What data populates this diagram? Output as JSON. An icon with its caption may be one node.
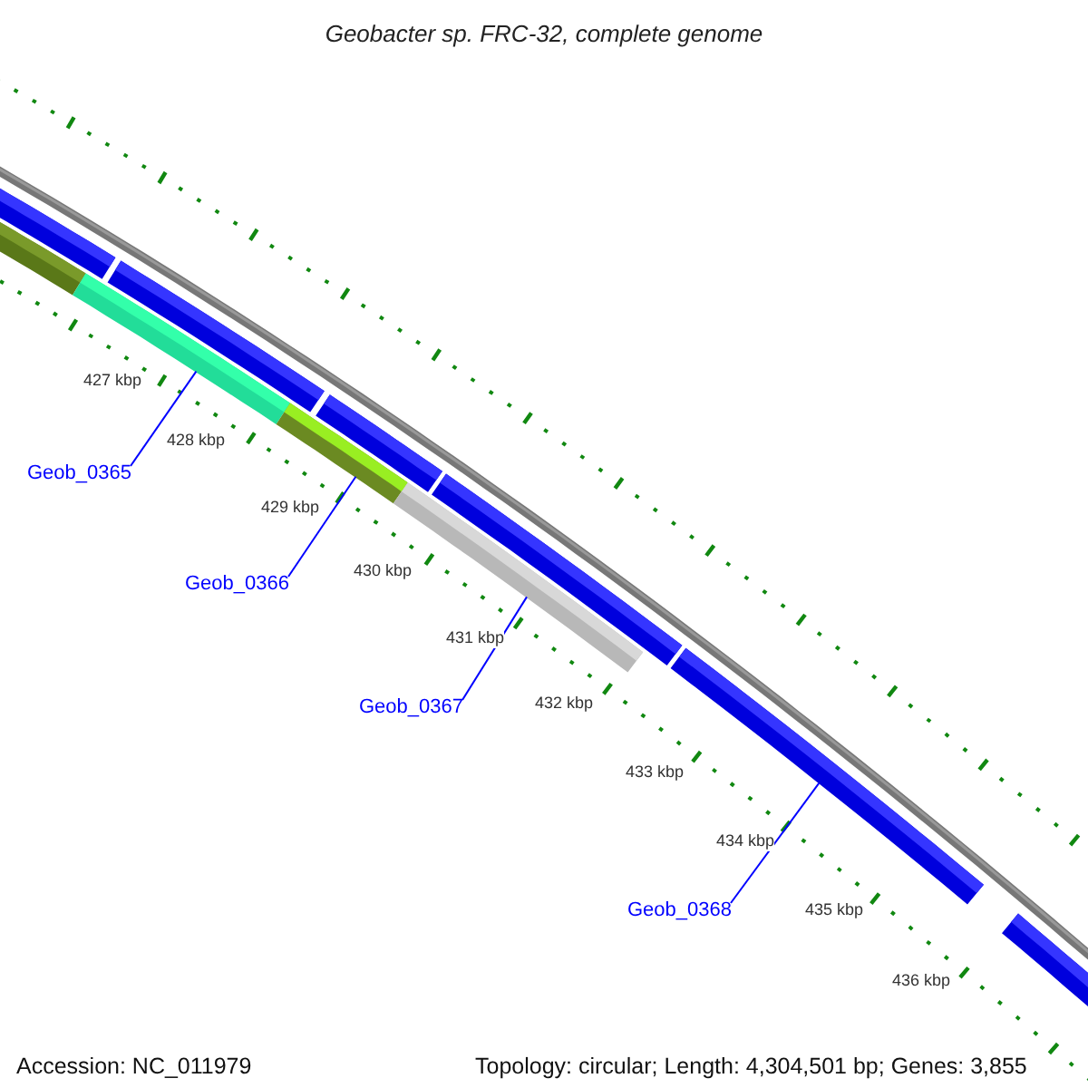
{
  "diagram": {
    "title": "Geobacter sp. FRC-32, complete genome",
    "nodes": [
      {
        "text": [
          "Geob_0365"
        ]
      },
      {
        "text": [
          "Geob_0366"
        ]
      },
      {
        "text": [
          "Geob_0367"
        ]
      },
      {
        "text": [
          "Geob_0368"
        ]
      },
      {
        "text": [],
        "shape": "bar"
      },
      {
        "text": [],
        "shape": "bar"
      },
      {
        "text": [],
        "shape": "bar"
      },
      {
        "text": [],
        "shape": "bar"
      },
      {
        "text": [],
        "shape": "bar"
      },
      {
        "text": [],
        "shape": "bar"
      },
      {
        "text": [],
        "shape": "bar"
      },
      {
        "text": [],
        "shape": "bar"
      },
      {
        "text": [],
        "shape": "bar"
      },
      {
        "text": [],
        "shape": "bar"
      }
    ],
    "edges": [
      {
        "from": 0,
        "to": 11,
        "arrow": "none"
      },
      {
        "from": 1,
        "to": 12,
        "arrow": "none"
      },
      {
        "from": 2,
        "to": 13,
        "arrow": "none"
      },
      {
        "from": 3,
        "to": 8,
        "arrow": "none"
      }
    ],
    "labels": [
      "427 kbp",
      "428 kbp",
      "429 kbp",
      "430 kbp",
      "431 kbp",
      "432 kbp",
      "433 kbp",
      "434 kbp",
      "435 kbp",
      "436 kbp",
      "Accession: NC_011979",
      "Topology: circular; Length: 4,304,501 bp; Genes: 3,855"
    ]
  }
}
